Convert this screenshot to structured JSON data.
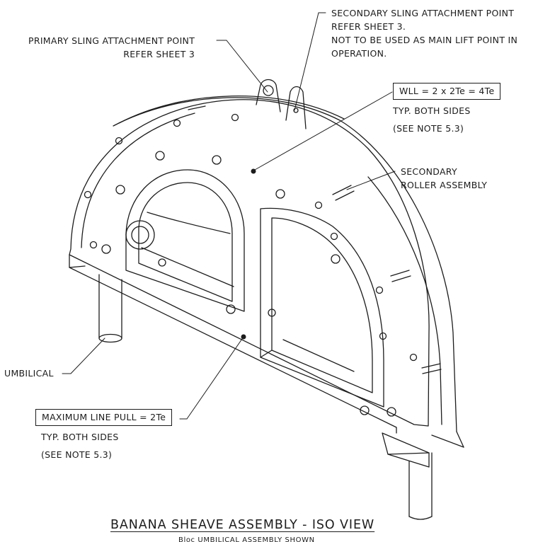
{
  "drawing": {
    "title": "BANANA SHEAVE ASSEMBLY - ISO VIEW",
    "subtitle": "Bloc UMBILICAL ASSEMBLY SHOWN"
  },
  "callouts": {
    "primary_sling": {
      "line1": "PRIMARY SLING ATTACHMENT POINT",
      "line2": "REFER SHEET 3"
    },
    "secondary_sling": {
      "line1": "SECONDARY SLING ATTACHMENT POINT",
      "line2": "REFER SHEET 3.",
      "line3": "NOT TO BE USED AS MAIN LIFT POINT IN",
      "line4": "OPERATION."
    },
    "wll": {
      "box": "WLL = 2 x 2Te = 4Te",
      "line1": "TYP. BOTH SIDES",
      "line2": "(SEE NOTE 5.3)"
    },
    "secondary_roller": {
      "line1": "SECONDARY",
      "line2": "ROLLER ASSEMBLY"
    },
    "umbilical": {
      "label": "UMBILICAL"
    },
    "max_line_pull": {
      "box": "MAXIMUM LINE PULL = 2Te",
      "line1": "TYP. BOTH SIDES",
      "line2": "(SEE NOTE 5.3)"
    }
  },
  "colors": {
    "ink": "#1c1c1c",
    "paper": "#ffffff"
  }
}
